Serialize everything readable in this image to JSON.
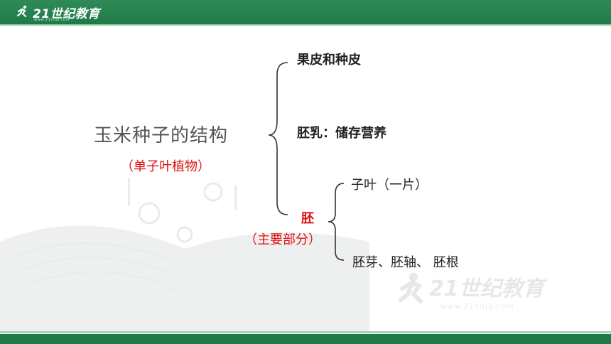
{
  "header": {
    "brand": "21世纪教育",
    "url": "www.21cnjy.com"
  },
  "diagram": {
    "title": "玉米种子的结构",
    "subtitle": "（单子叶植物）",
    "branches": [
      "果皮和种皮",
      "胚乳：储存营养"
    ],
    "embryo": {
      "label": "胚",
      "note": "（主要部分）",
      "parts": [
        "子叶（一片）",
        "胚芽、胚轴、 胚根"
      ]
    }
  },
  "watermark": {
    "brand": "21世纪教育",
    "url": "www.21cnjy.com"
  },
  "colors": {
    "header_green": "#1f7a47",
    "accent_red": "#e01010",
    "text": "#222222"
  }
}
